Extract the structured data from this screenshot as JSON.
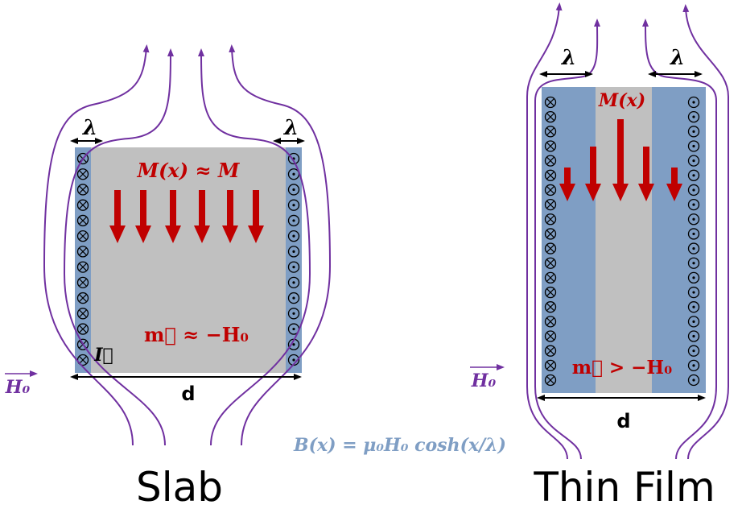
{
  "colors": {
    "interior": "#c0c0c0",
    "penetration": "#7f9ec4",
    "field_line": "#7030a0",
    "arrow": "#c00000",
    "formula": "#7f9ec4",
    "text": "#000000"
  },
  "slab": {
    "caption": "Slab",
    "lambda_left": "λ",
    "lambda_right": "λ",
    "magnetization_label": "M(x) ≈ M",
    "moment_label": "m⃗ ≈ −H₀",
    "current_label": "I⃗",
    "width_label": "d",
    "field_label": "H₀"
  },
  "film": {
    "caption": "Thin Film",
    "lambda_left": "λ",
    "lambda_right": "λ",
    "magnetization_label": "M(x)",
    "moment_label": "m⃗ > −H₀",
    "width_label": "d",
    "field_label": "H₀"
  },
  "formula": "B(x) =  μ₀H₀ cosh(x/λ)",
  "symbols": {
    "into_page": "⊗",
    "out_of_page": "⊙"
  }
}
